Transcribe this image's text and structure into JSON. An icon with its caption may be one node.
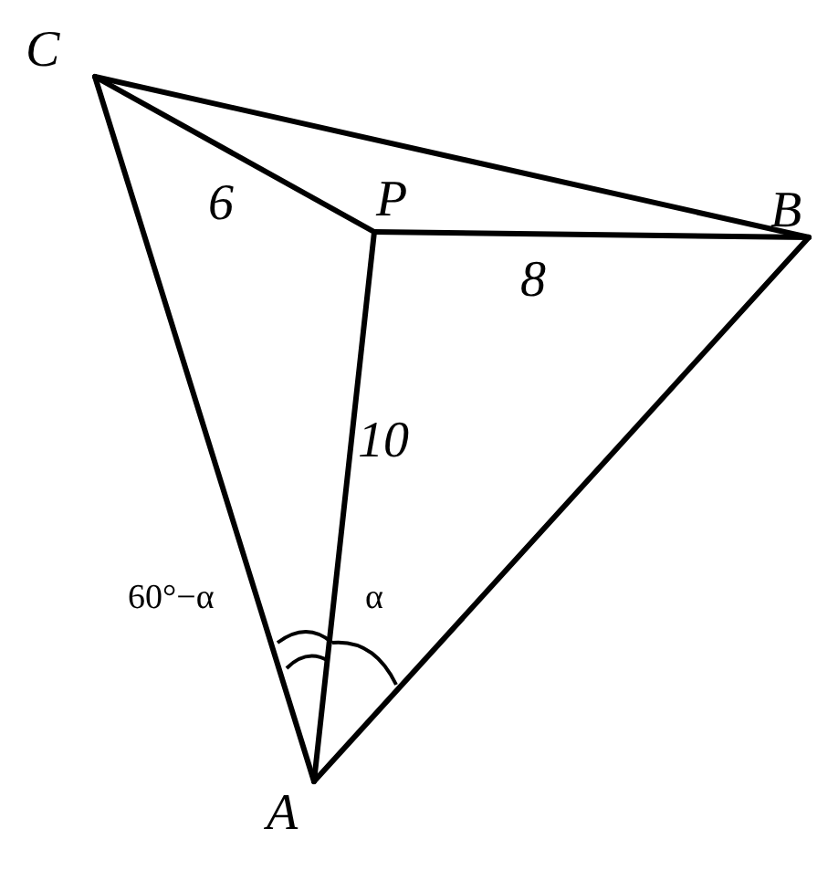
{
  "diagram": {
    "nodes": [
      {
        "text": [
          "C"
        ]
      },
      {
        "text": [
          "P"
        ]
      },
      {
        "text": [
          "B"
        ]
      },
      {
        "text": [
          "A"
        ]
      }
    ],
    "edges": [
      {
        "from": 0,
        "to": 2,
        "arrow": "none"
      },
      {
        "from": 0,
        "to": 1,
        "arrow": "none",
        "label": "6"
      },
      {
        "from": 1,
        "to": 2,
        "arrow": "none",
        "label": "8"
      },
      {
        "from": 0,
        "to": 3,
        "arrow": "none"
      },
      {
        "from": 1,
        "to": 3,
        "arrow": "none",
        "label": "10"
      },
      {
        "from": 3,
        "to": 2,
        "arrow": "none"
      }
    ],
    "labels": [
      "60°−α",
      "α"
    ]
  }
}
